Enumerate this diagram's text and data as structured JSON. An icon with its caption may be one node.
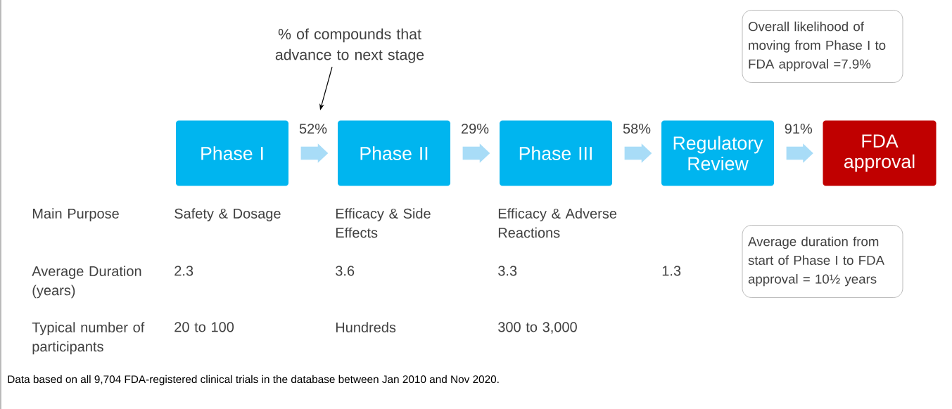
{
  "diagram": {
    "nodes": [
      {
        "text": [
          "Phase I"
        ]
      },
      {
        "text": [
          "Phase II"
        ]
      },
      {
        "text": [
          "Phase III"
        ]
      },
      {
        "text": [
          "Regulatory Review"
        ]
      },
      {
        "text": [
          "FDA approval"
        ]
      },
      {
        "text": [
          "% of compounds that advance to next stage"
        ]
      },
      {
        "text": [
          "Overall likelihood of moving from Phase I to FDA approval =7.9%"
        ]
      },
      {
        "text": [
          "Average duration from start of Phase I to FDA approval = 10½ years"
        ]
      }
    ],
    "edges": [
      {
        "from": 0,
        "to": 1,
        "arrow": "to",
        "label": "52%"
      },
      {
        "from": 1,
        "to": 2,
        "arrow": "to",
        "label": "29%"
      },
      {
        "from": 2,
        "to": 3,
        "arrow": "to",
        "label": "58%"
      },
      {
        "from": 3,
        "to": 4,
        "arrow": "to",
        "label": "91%"
      },
      {
        "from": 5,
        "to": null,
        "arrow": "to",
        "color": "#000000"
      }
    ],
    "labels": [
      "Main Purpose",
      "Safety & Dosage",
      "Efficacy & Side Effects",
      "Efficacy & Adverse Reactions",
      "Average Duration (years)",
      "2.3",
      "3.6",
      "3.3",
      "1.3",
      "Typical number of participants",
      "20 to 100",
      "Hundreds",
      "300 to 3,000",
      "Data based on all 9,704 FDA-registered clinical trials in the database between Jan 2010 and Nov 2020."
    ]
  }
}
